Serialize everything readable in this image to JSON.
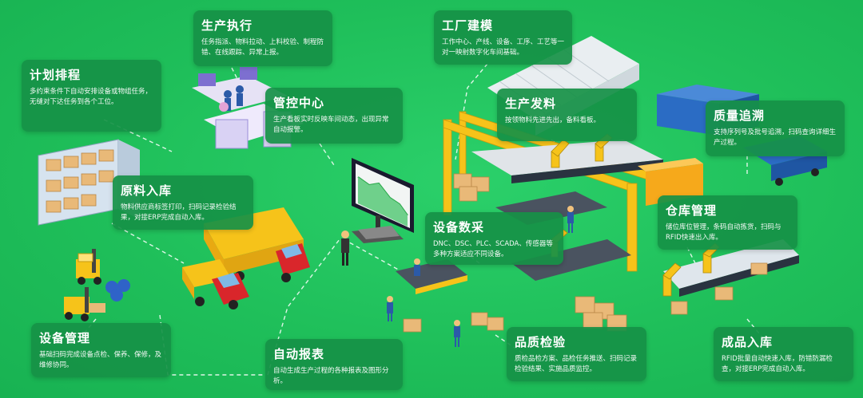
{
  "colors": {
    "background": "#1fbf5a",
    "card": "#169146",
    "accent_yellow": "#f5c21b",
    "truck_red": "#d9262b"
  },
  "modules": {
    "plan": {
      "title": "计划排程",
      "desc": "多约束条件下自动安排设备或物组任务，无缝对下达任务到各个工位。"
    },
    "production": {
      "title": "生产执行",
      "desc": "任务指派、物料拉动、上料校验、制程防错、在线跟踪、异常上报。"
    },
    "factory": {
      "title": "工厂建模",
      "desc": "工作中心、产线、设备、工序、工艺等一对一映射数字化车间基础。"
    },
    "control": {
      "title": "管控中心",
      "desc": "生产看板实时反映车间动态，出现异常自动报警。"
    },
    "dispatch": {
      "title": "生产发料",
      "desc": "按领物料先进先出，备料看板。"
    },
    "trace": {
      "title": "质量追溯",
      "desc": "支持序列号及批号追溯，扫码查询详细生产过程。"
    },
    "receive": {
      "title": "原料入库",
      "desc": "物料供应商标签打印，扫码记录检验结果，对接ERP完成自动入库。"
    },
    "collect": {
      "title": "设备数采",
      "desc": "DNC、DSC、PLC、SCADA、传感器等多种方案适应不同设备。"
    },
    "warehouse": {
      "title": "仓库管理",
      "desc": "储位库位管理，条码自动拣货，扫码与RFID快速出入库。"
    },
    "equipment": {
      "title": "设备管理",
      "desc": "基础扫码完成设备点检、保养、保修，及维修协同。"
    },
    "report": {
      "title": "自动报表",
      "desc": "自动生成生产过程的各种报表及图形分析。"
    },
    "inspection": {
      "title": "品质检验",
      "desc": "质检品检方案、品检任务推送、扫码记录检验结果、实施品质监控。"
    },
    "finished": {
      "title": "成品入库",
      "desc": "RFID批量自动快速入库，防错防漏检查，对接ERP完成自动入库。"
    }
  }
}
